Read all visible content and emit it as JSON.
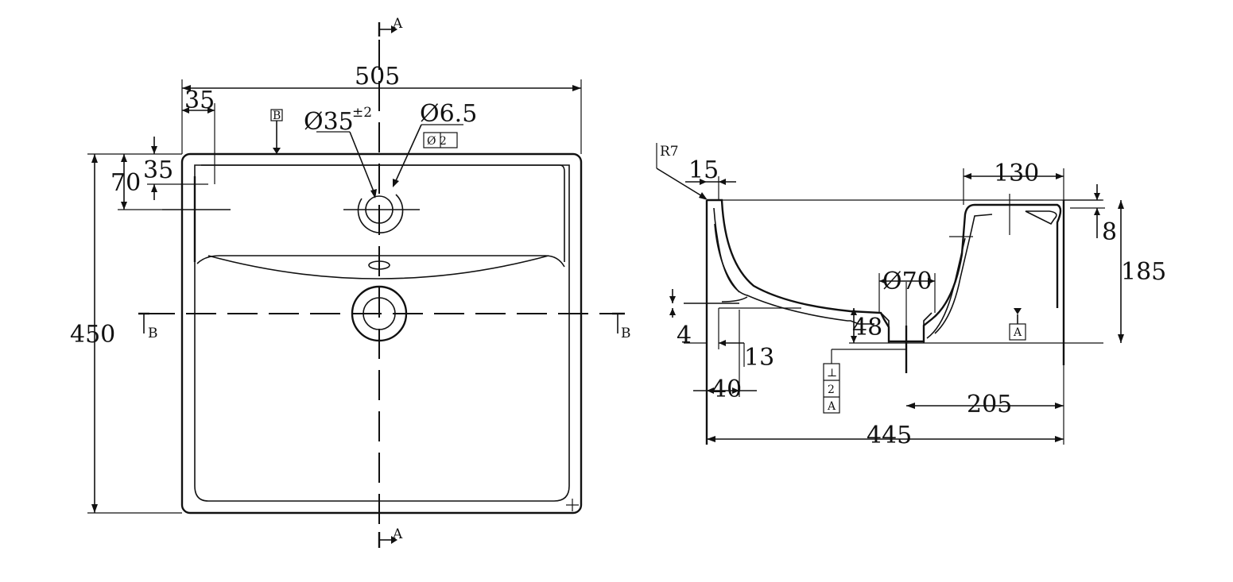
{
  "top_view": {
    "section_a_label": "A",
    "section_b_label": "B",
    "datum_tag": "B",
    "dims": {
      "width": "505",
      "height": "450",
      "left_offset": "35",
      "top_offset": "35",
      "tap_offset": "70",
      "tap_hole": "Ø35",
      "tap_hole_tol": "±2",
      "small_hole": "Ø6.5"
    },
    "flatness_tag": "Ø 2"
  },
  "side_view": {
    "radius": "R7",
    "dims": {
      "rim": "15",
      "deck": "130",
      "deck_drop": "8",
      "total_height": "185",
      "drain": "Ø70",
      "drain_height": "48",
      "base_step": "4",
      "wall": "13",
      "foot": "40",
      "waste_to_back": "205",
      "depth": "445"
    },
    "datum_tag": "A",
    "tolerance_tags": [
      "⊥",
      "2",
      "A"
    ]
  }
}
